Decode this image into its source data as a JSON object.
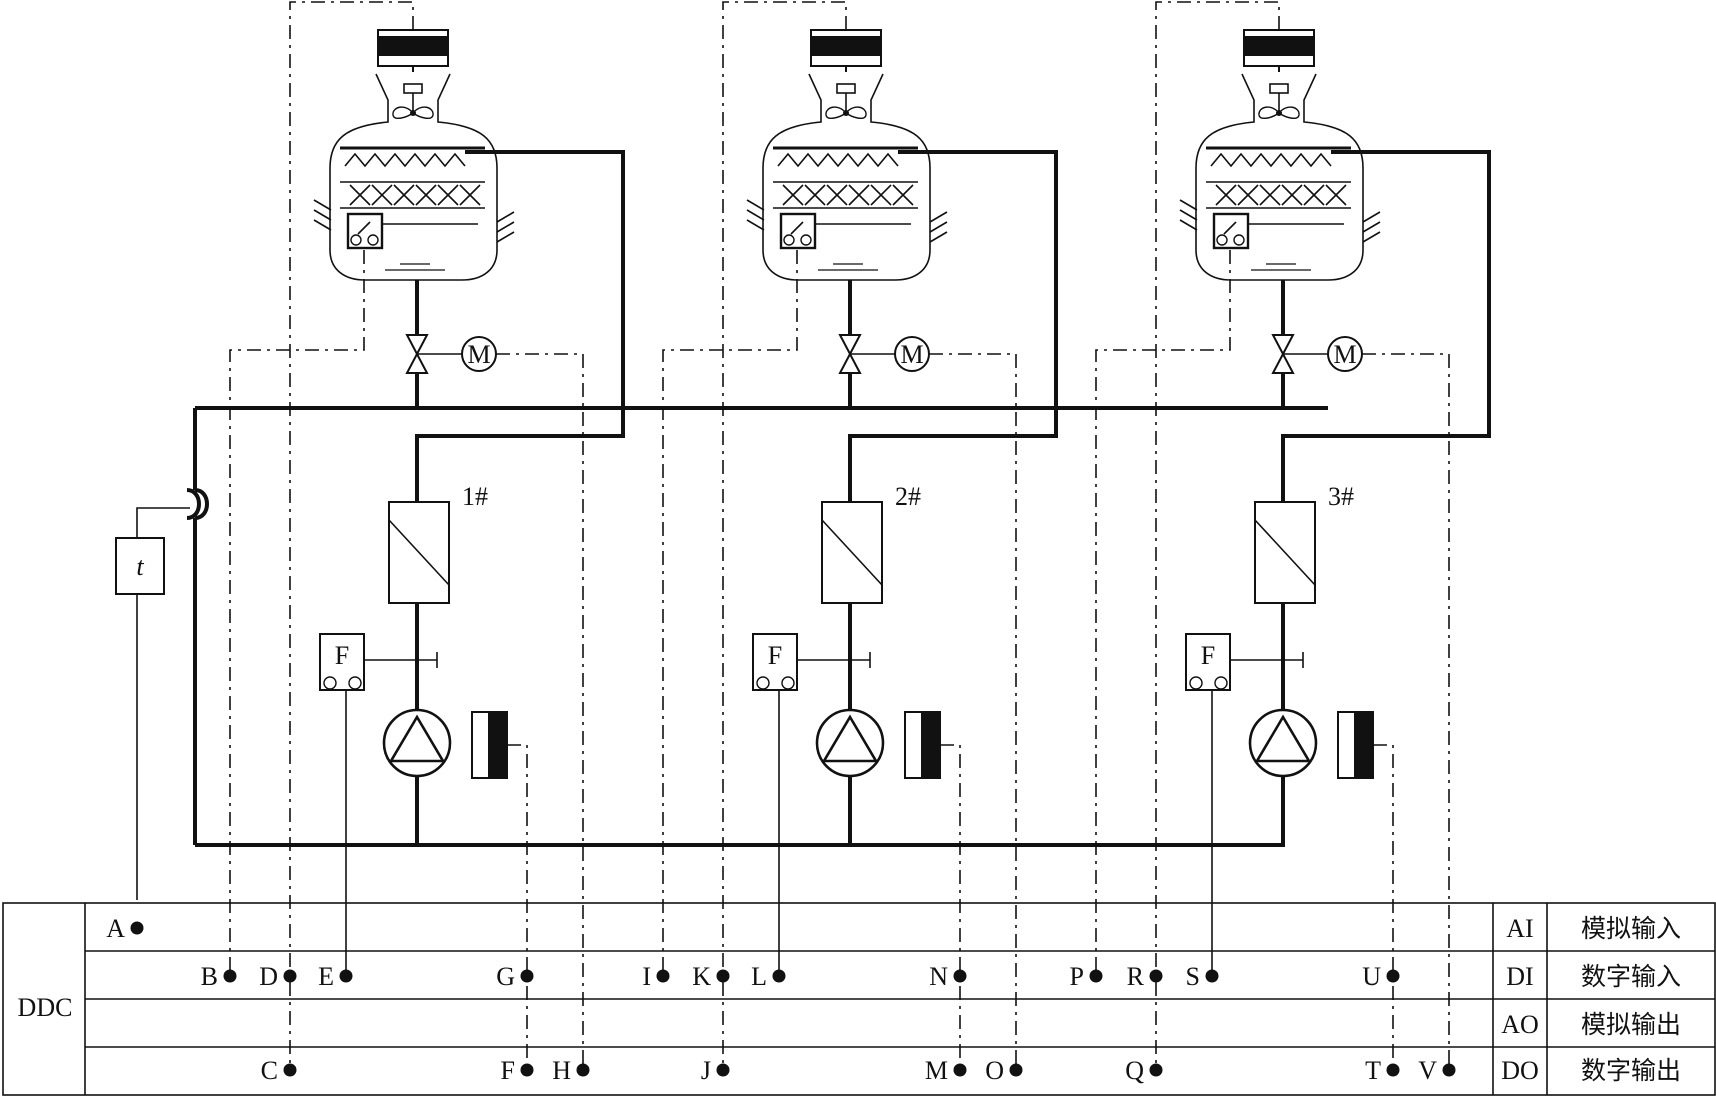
{
  "units": [
    {
      "id": "1#"
    },
    {
      "id": "2#"
    },
    {
      "id": "3#"
    }
  ],
  "symbols": {
    "motor": "M",
    "flow_switch": "F",
    "temp_sensor": "t"
  },
  "controller": "DDC",
  "rows": [
    {
      "code": "AI",
      "name": "模拟输入"
    },
    {
      "code": "DI",
      "name": "数字输入"
    },
    {
      "code": "AO",
      "name": "模拟输出"
    },
    {
      "code": "DO",
      "name": "数字输出"
    }
  ],
  "points": [
    {
      "label": "A",
      "row": 0
    },
    {
      "label": "B",
      "row": 1
    },
    {
      "label": "D",
      "row": 1
    },
    {
      "label": "E",
      "row": 1
    },
    {
      "label": "G",
      "row": 1
    },
    {
      "label": "I",
      "row": 1
    },
    {
      "label": "K",
      "row": 1
    },
    {
      "label": "L",
      "row": 1
    },
    {
      "label": "N",
      "row": 1
    },
    {
      "label": "P",
      "row": 1
    },
    {
      "label": "R",
      "row": 1
    },
    {
      "label": "S",
      "row": 1
    },
    {
      "label": "U",
      "row": 1
    },
    {
      "label": "C",
      "row": 3
    },
    {
      "label": "F",
      "row": 3
    },
    {
      "label": "H",
      "row": 3
    },
    {
      "label": "J",
      "row": 3
    },
    {
      "label": "M",
      "row": 3
    },
    {
      "label": "O",
      "row": 3
    },
    {
      "label": "Q",
      "row": 3
    },
    {
      "label": "T",
      "row": 3
    },
    {
      "label": "V",
      "row": 3
    }
  ]
}
